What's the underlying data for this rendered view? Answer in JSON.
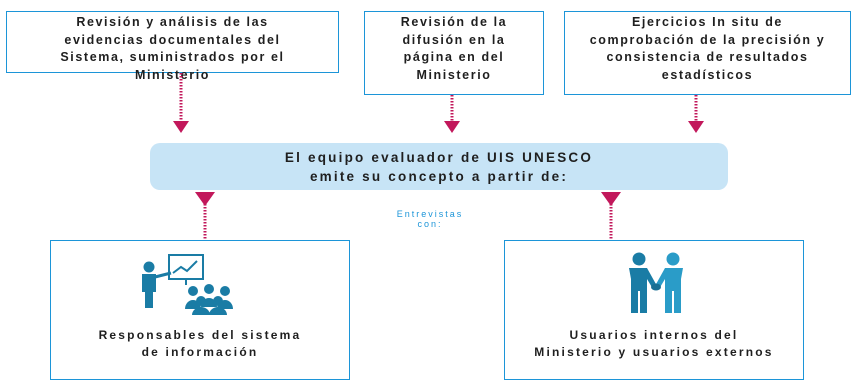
{
  "sources": {
    "documents": {
      "lines": [
        "Revisión y análisis de las",
        "evidencias documentales del",
        "Sistema, suministrados por el",
        "Ministerio"
      ]
    },
    "website": {
      "lines": [
        "Revisión de la",
        "difusión en la",
        "página en del",
        "Ministerio"
      ]
    },
    "in_situ": {
      "lines": [
        "Ejercicios In situ de",
        "comprobación de la precisión y",
        "consistencia de resultados",
        "estadísticos"
      ]
    }
  },
  "evaluator": {
    "lines": [
      "El equipo evaluador de UIS UNESCO",
      "emite su concepto a partir de:"
    ]
  },
  "interviews": {
    "lines": [
      "Entrevistas",
      "con:"
    ]
  },
  "groups": {
    "system_managers": {
      "lines": [
        "Responsables del sistema",
        "de información"
      ],
      "icon": "presenter-audience-icon"
    },
    "users": {
      "lines": [
        "Usuarios internos del",
        "Ministerio y usuarios externos"
      ],
      "icon": "handshake-icon"
    }
  },
  "colors": {
    "box_border": "#1c95d8",
    "band_fill": "#c7e4f6",
    "connector": "#c2185b",
    "people": "#1a7ca5",
    "text": "#1f1f1f"
  }
}
